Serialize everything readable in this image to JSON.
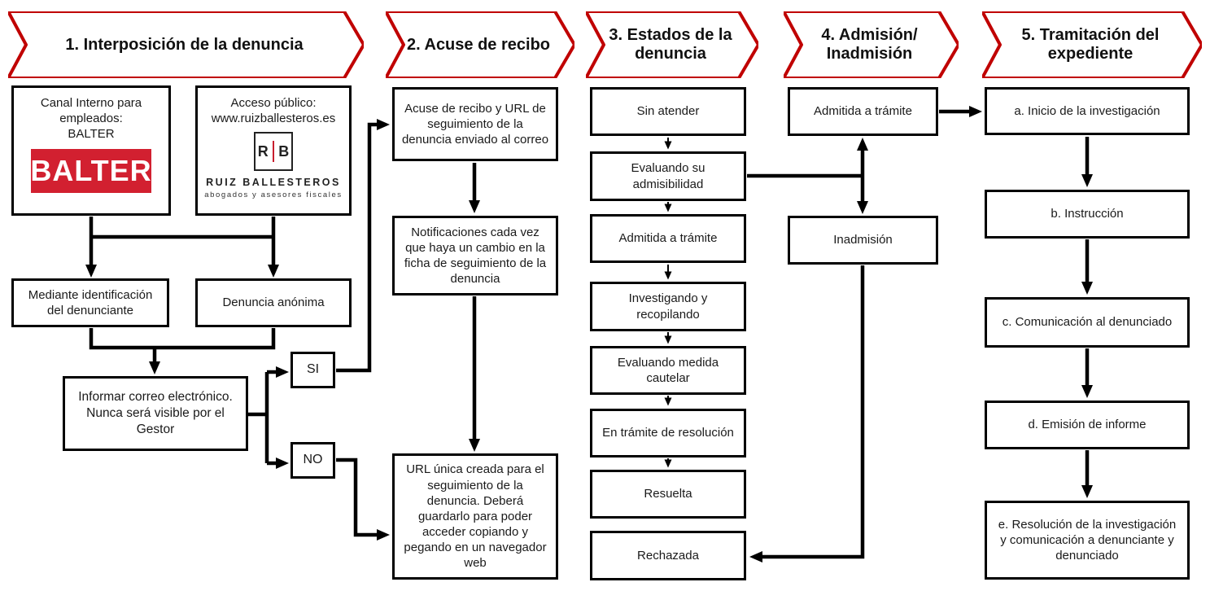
{
  "headers": [
    "1. Interposición de la denuncia",
    "2. Acuse de recibo",
    "3. Estados de la denuncia",
    "4. Admisión/ Inadmisión",
    "5. Tramitación del expediente"
  ],
  "interposicion": {
    "canal_interno": "Canal Interno para empleados:",
    "canal_interno_name": "BALTER",
    "balter_logo": "BALTER",
    "acceso_publico": "Acceso público: www.ruizballesteros.es",
    "rb_logo": {
      "r": "R",
      "b": "B",
      "name": "RUIZ BALLESTEROS",
      "tagline": "abogados y asesores fiscales"
    },
    "mediante": "Mediante identificación del denunciante",
    "anonima": "Denuncia anónima",
    "informar": "Informar correo electrónico. Nunca será visible por el Gestor",
    "si": "SI",
    "no": "NO"
  },
  "acuse": {
    "acuse_url": "Acuse de recibo y URL de seguimiento de la denuncia enviado al correo",
    "notificaciones": "Notificaciones cada vez que haya un cambio en la ficha de seguimiento de la denuncia",
    "url_unica": "URL única creada para el seguimiento de la denuncia. Deberá guardarlo para poder acceder copiando y pegando en un navegador web"
  },
  "estados": [
    "Sin atender",
    "Evaluando su admisibilidad",
    "Admitida a trámite",
    "Investigando y recopilando",
    "Evaluando medida cautelar",
    "En trámite de resolución",
    "Resuelta",
    "Rechazada"
  ],
  "admision": {
    "admitida": "Admitida a trámite",
    "inadmision": "Inadmisión"
  },
  "tramitacion": [
    "a. Inicio de la investigación",
    "b. Instrucción",
    "c. Comunicación al denunciado",
    "d. Emisión de informe",
    "e. Resolución de la investigación y comunicación a denunciante y denunciado"
  ],
  "colors": {
    "header_border": "#C00000",
    "balter_red": "#D22030",
    "rb_red": "#C81E2E",
    "line": "#000000"
  }
}
